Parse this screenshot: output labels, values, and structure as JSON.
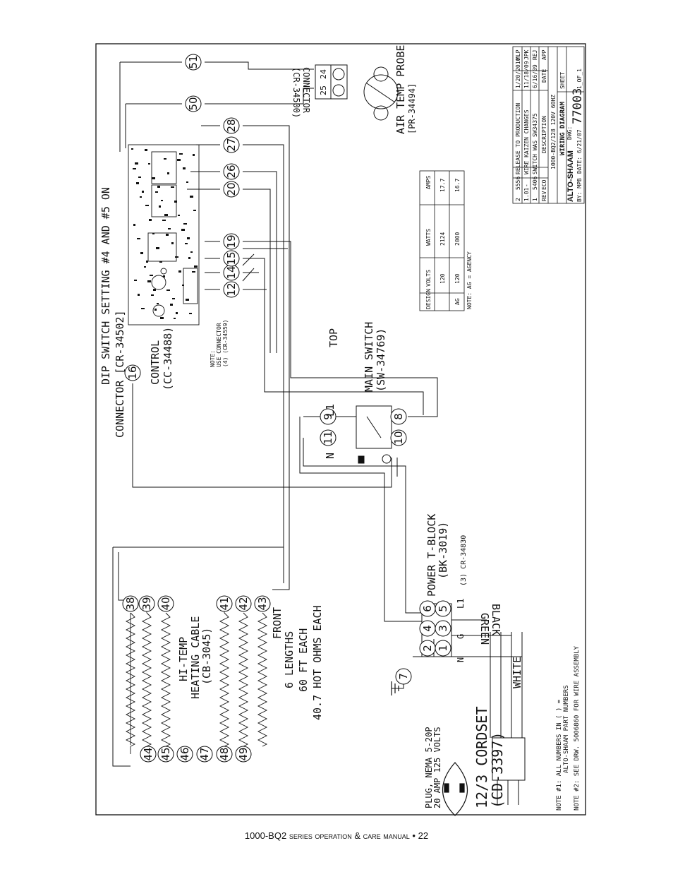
{
  "labels": {
    "dip_switch": "DIP SWITCH SETTING #4 AND #5 ON",
    "connector_left": "CONNECTOR [CR-34502]",
    "control": "CONTROL",
    "control_part": "(CC-34488)",
    "note_use": "NOTE:",
    "note_use_2": "USE CONNECTOR",
    "note_use_3": "(4) (CR-34559)",
    "connector_right": "CONNECTOR",
    "connector_right_part": "(CR-34500)",
    "air_probe": "AIR TEMP PROBE",
    "air_probe_part": "[PR-34494]",
    "main_switch": "MAIN SWITCH",
    "main_switch_part": "(SW-34769)",
    "top": "TOP",
    "l1": "L1",
    "n": "N",
    "power_block": "POWER T-BLOCK",
    "power_block_part": "(BK-3019)",
    "cr_34830": "(3) CR-34830",
    "black": "BLACK",
    "green": "GREEN",
    "white": "WHITE",
    "front": "FRONT",
    "heating_1": "HI-TEMP",
    "heating_2": "HEATING CABLE",
    "heating_3": "(CB-3045)",
    "lengths_1": "6 LENGTHS",
    "lengths_2": "60 FT EACH",
    "lengths_3": "40.7 HOT OHMS EACH",
    "cordset": "12/3 CORDSET",
    "cordset_part": "(CD-3397)",
    "plug_1": "PLUG, NEMA 5-20P",
    "plug_2": "20 AMP 125 VOLTS",
    "note1_a": "NOTE #1: ALL NUMBERS IN ( ) =",
    "note1_b": "ALTO-SHAAM PART NUMBERS",
    "note2": "NOTE #2: SEE DRW. 5006860 FOR WIRE ASSEMBLY",
    "tb_l1": "L1",
    "tb_n": "N",
    "tb_g": "G"
  },
  "terminal_numbers": {
    "t16": "16",
    "t12": "12",
    "t14": "14",
    "t15": "15",
    "t19": "19",
    "t20": "20",
    "t26": "26",
    "t27": "27",
    "t28": "28",
    "t50": "50",
    "t51": "51",
    "t9": "9",
    "t11": "11",
    "t8": "8",
    "t10": "10",
    "t2": "2",
    "t4": "4",
    "t6": "6",
    "t1": "1",
    "t3": "3",
    "t5": "5",
    "t7": "7",
    "t38": "38",
    "t39": "39",
    "t40": "40",
    "t41": "41",
    "t42": "42",
    "t43": "43",
    "t44": "44",
    "t45": "45",
    "t46": "46",
    "t47": "47",
    "t48": "48",
    "t49": "49",
    "p24": "24",
    "p25": "25"
  },
  "spec_table": {
    "headers": [
      "DESIGN",
      "VOLTS",
      "WATTS",
      "AMPS"
    ],
    "rows": [
      [
        "",
        "120",
        "2124",
        "17.7"
      ],
      [
        "AG",
        "120",
        "2000",
        "16.7"
      ]
    ],
    "note": "NOTE: AG = AGENCY"
  },
  "title_block": {
    "revisions": [
      [
        "2",
        "5556",
        "RELEASE TO PRODUCTION",
        "1/20/2010",
        "MLP"
      ],
      [
        "1.01",
        "-",
        "WIRE KAIZEN CHANGES",
        "11/18/09",
        "JPK"
      ],
      [
        "1",
        "5406",
        "SWITCH WAS SW34375",
        "6/16/09",
        "REJ"
      ],
      [
        "REV",
        "ECO",
        "DESCRIPTION",
        "DATE",
        "APP"
      ]
    ],
    "model": "1000-BQ2/128 120V 60HZ",
    "title": "WIRING DIAGRAM",
    "brand": "ALTO-SHAAM",
    "dwg_label": "DWG:",
    "dwg": "77003",
    "sheet_label": "SHEET",
    "sheet": "1_OF_1",
    "by": "BY: MPB",
    "date": "DATE: 6/21/07"
  },
  "footer": {
    "model": "1000-BQ2",
    "text": "series operation & care manual",
    "sep": "•",
    "page": "22"
  }
}
